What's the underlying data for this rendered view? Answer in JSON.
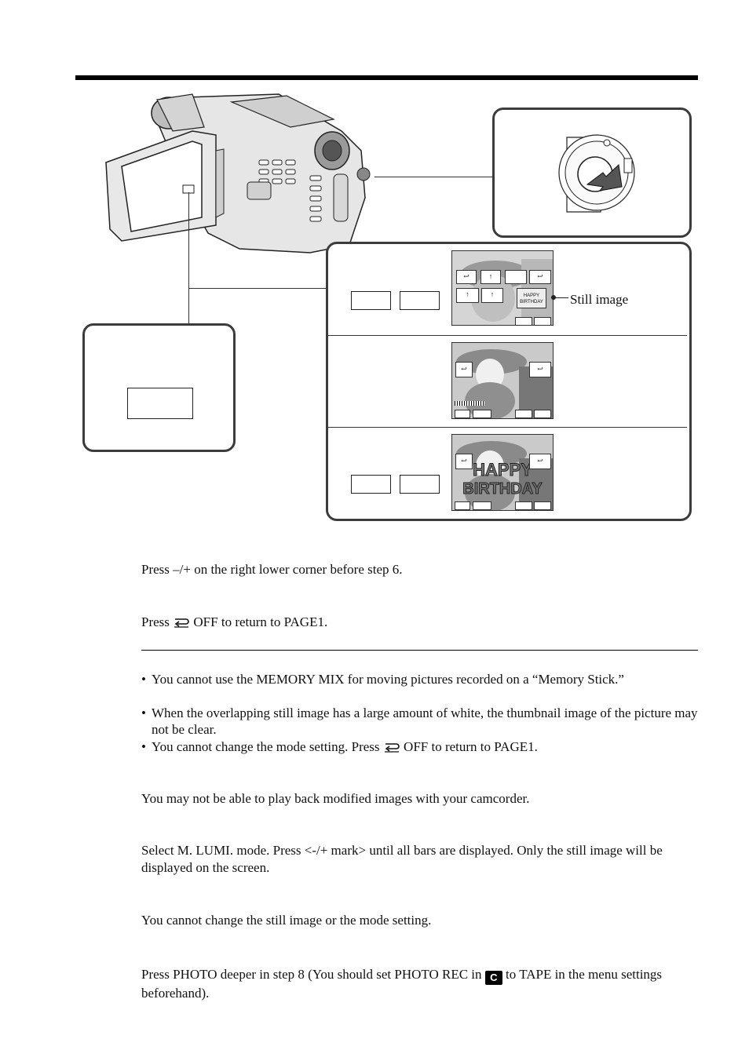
{
  "figure": {
    "still_image_label": "Still image",
    "screen_happy_small": "HAPPY BIRTHDAY",
    "screen_happy_big_1": "HAPPY",
    "screen_happy_big_2": "BIRTHDAY"
  },
  "notes": {
    "adjust_text": "Press –/+ on the right lower corner before step 6.",
    "return_pre": "Press ",
    "return_post": " OFF to return to PAGE1."
  },
  "bullets": [
    "You cannot use the MEMORY MIX for moving pictures recorded on a “Memory Stick.”",
    "When the overlapping still image has a large amount of white, the thumbnail image of the picture may not be clear."
  ],
  "bullet3": {
    "pre": "You cannot change the mode setting. Press ",
    "post": " OFF to return to PAGE1."
  },
  "paragraphs": {
    "p1": "You may not be able to play back modified images with your camcorder.",
    "p2": "Select M. LUMI. mode. Press <-/+ mark> until all bars are displayed. Only the still image will be displayed on the screen.",
    "p3": "You cannot change the still image or the mode setting.",
    "p4_pre": "Press PHOTO deeper in step 8 (You should set PHOTO REC in ",
    "p4_post": " to TAPE in the menu settings beforehand)."
  }
}
